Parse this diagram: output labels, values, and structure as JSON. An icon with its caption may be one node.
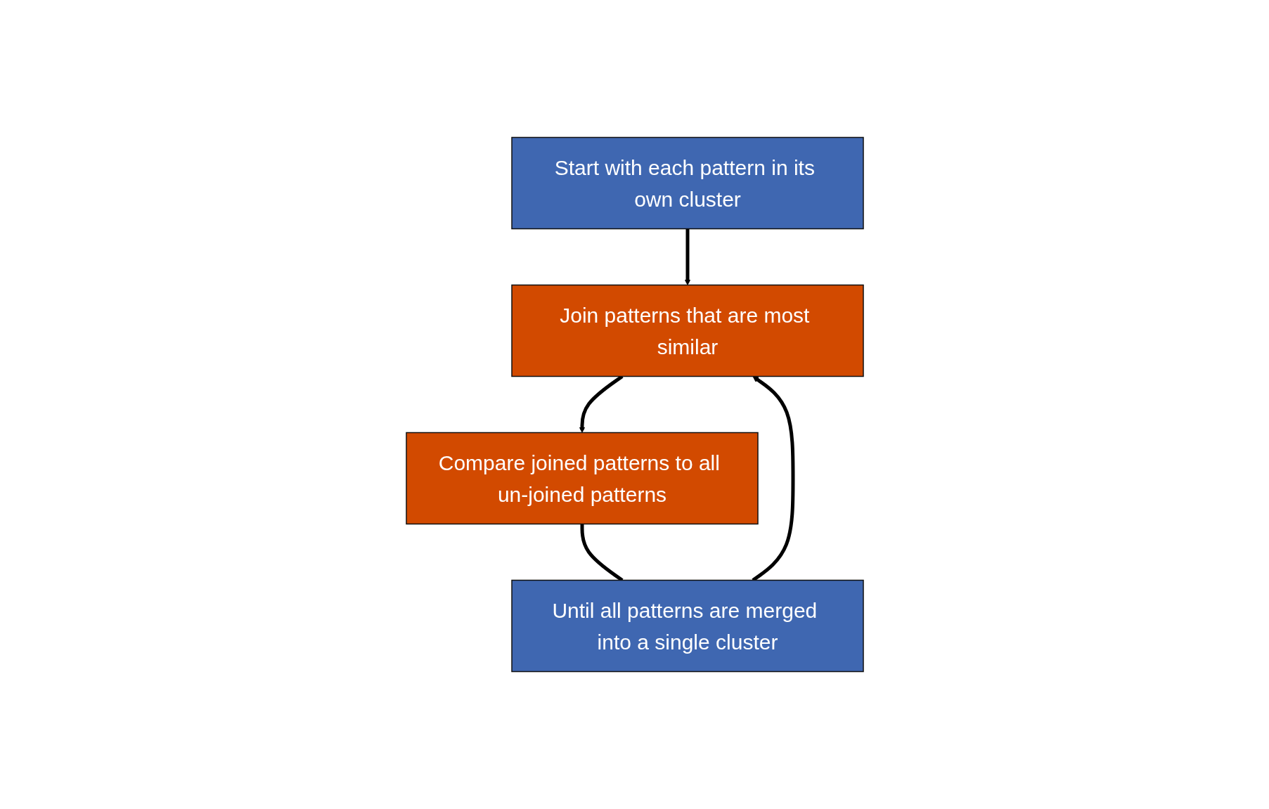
{
  "diagram": {
    "nodes": [
      {
        "text": [
          "Start with each pattern in its own cluster"
        ]
      },
      {
        "text": [
          "Until all patterns are merged into a single cluster"
        ]
      },
      {
        "text": [
          "Join patterns that are most similar"
        ]
      },
      {
        "text": [
          "Compare joined patterns to all un-joined patterns"
        ]
      }
    ],
    "edges": [
      {
        "from": 0,
        "to": 2,
        "arrow": "to"
      },
      {
        "from": 2,
        "to": 3,
        "arrow": "to"
      },
      {
        "from": 3,
        "to": 1,
        "arrow": "none"
      },
      {
        "from": 1,
        "to": 2,
        "arrow": "to"
      }
    ]
  }
}
